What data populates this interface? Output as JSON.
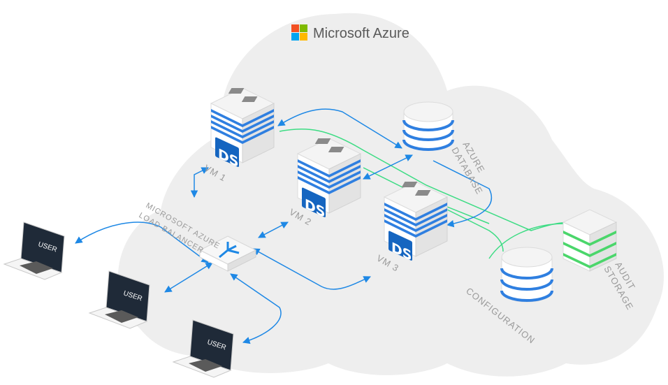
{
  "brand": {
    "name": "Microsoft Azure",
    "logo_colors": [
      "#F25022",
      "#7FBA00",
      "#00A4EF",
      "#FFB900"
    ]
  },
  "colors": {
    "cloud": "#eeeeee",
    "blue_link": "#1e88e5",
    "green_link": "#3ddc84",
    "server_stripe": "#2f7fe0",
    "storage_green": "#4bd66b"
  },
  "servers": [
    {
      "badge": "DS",
      "label": "VM 1"
    },
    {
      "badge": "DS",
      "label": "VM 2"
    },
    {
      "badge": "DS",
      "label": "VM 3"
    }
  ],
  "load_balancer": {
    "label_line1": "MICROSOFT AZURE",
    "label_line2": "LOAD BALANCER",
    "icon": "fork-arrows-icon"
  },
  "database": {
    "label_line1": "AZURE",
    "label_line2": "DATABASE"
  },
  "configuration": {
    "label": "CONFIGURATION"
  },
  "audit_storage": {
    "label_line1": "AUDIT",
    "label_line2": "STORAGE"
  },
  "clients": [
    {
      "screen_label": "USER"
    },
    {
      "screen_label": "USER"
    },
    {
      "screen_label": "USER"
    }
  ]
}
